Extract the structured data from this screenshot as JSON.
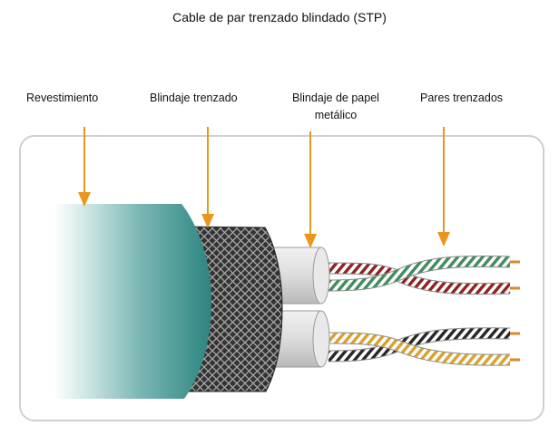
{
  "title": "Cable de par trenzado blindado (STP)",
  "labels": {
    "jacket": "Revestimiento",
    "braid": "Blindaje trenzado",
    "foil_line1": "Blindaje de papel",
    "foil_line2": "metálico",
    "pairs": "Pares trenzados"
  },
  "colors": {
    "arrow": "#e8961c",
    "frame": "#d0d0d0",
    "pair_red": "#8e2222",
    "pair_green": "#3f8c5c",
    "pair_black": "#262626",
    "pair_yellow": "#d9a030",
    "copper": "#d98a2a",
    "braid_dark": "#333333",
    "braid_light": "#a8a8a8"
  }
}
